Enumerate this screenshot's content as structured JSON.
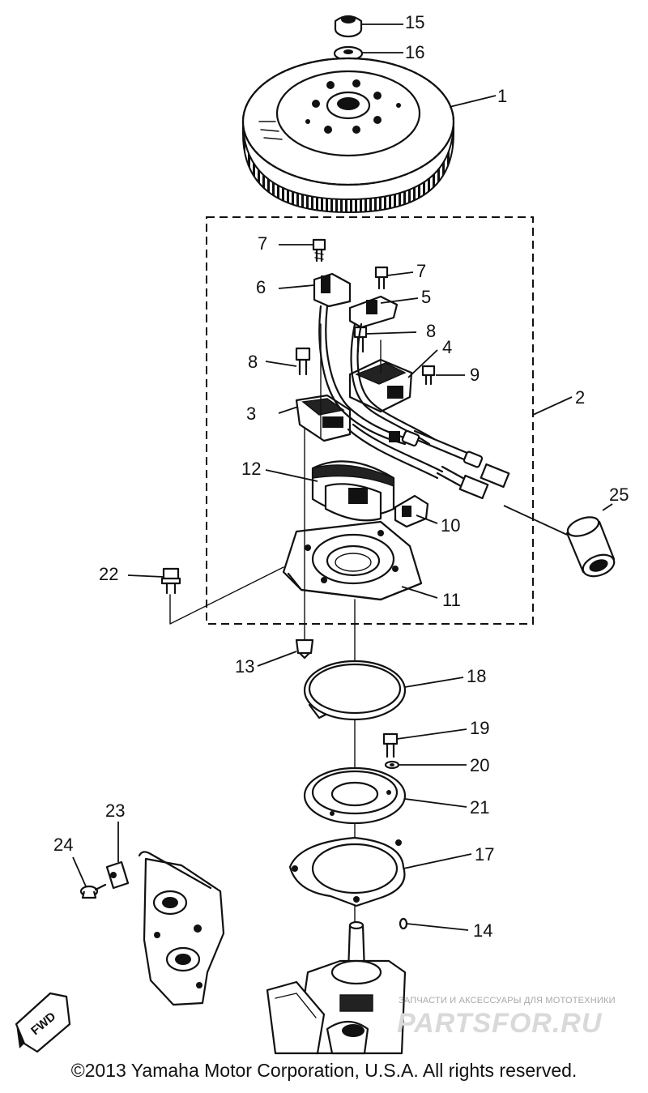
{
  "diagram": {
    "callouts": [
      "1",
      "2",
      "3",
      "4",
      "5",
      "6",
      "7",
      "7",
      "8",
      "8",
      "9",
      "10",
      "11",
      "12",
      "13",
      "14",
      "15",
      "16",
      "17",
      "18",
      "19",
      "20",
      "21",
      "22",
      "23",
      "24",
      "25"
    ],
    "fwd_label": "FWD"
  },
  "watermark": {
    "caption": "ЗАПЧАСТИ И АКСЕССУАРЫ ДЛЯ МОТОТЕХНИКИ",
    "logo": "PARTSFOR.RU"
  },
  "footer": {
    "copyright": "©2013 Yamaha Motor Corporation, U.S.A. All rights reserved."
  }
}
